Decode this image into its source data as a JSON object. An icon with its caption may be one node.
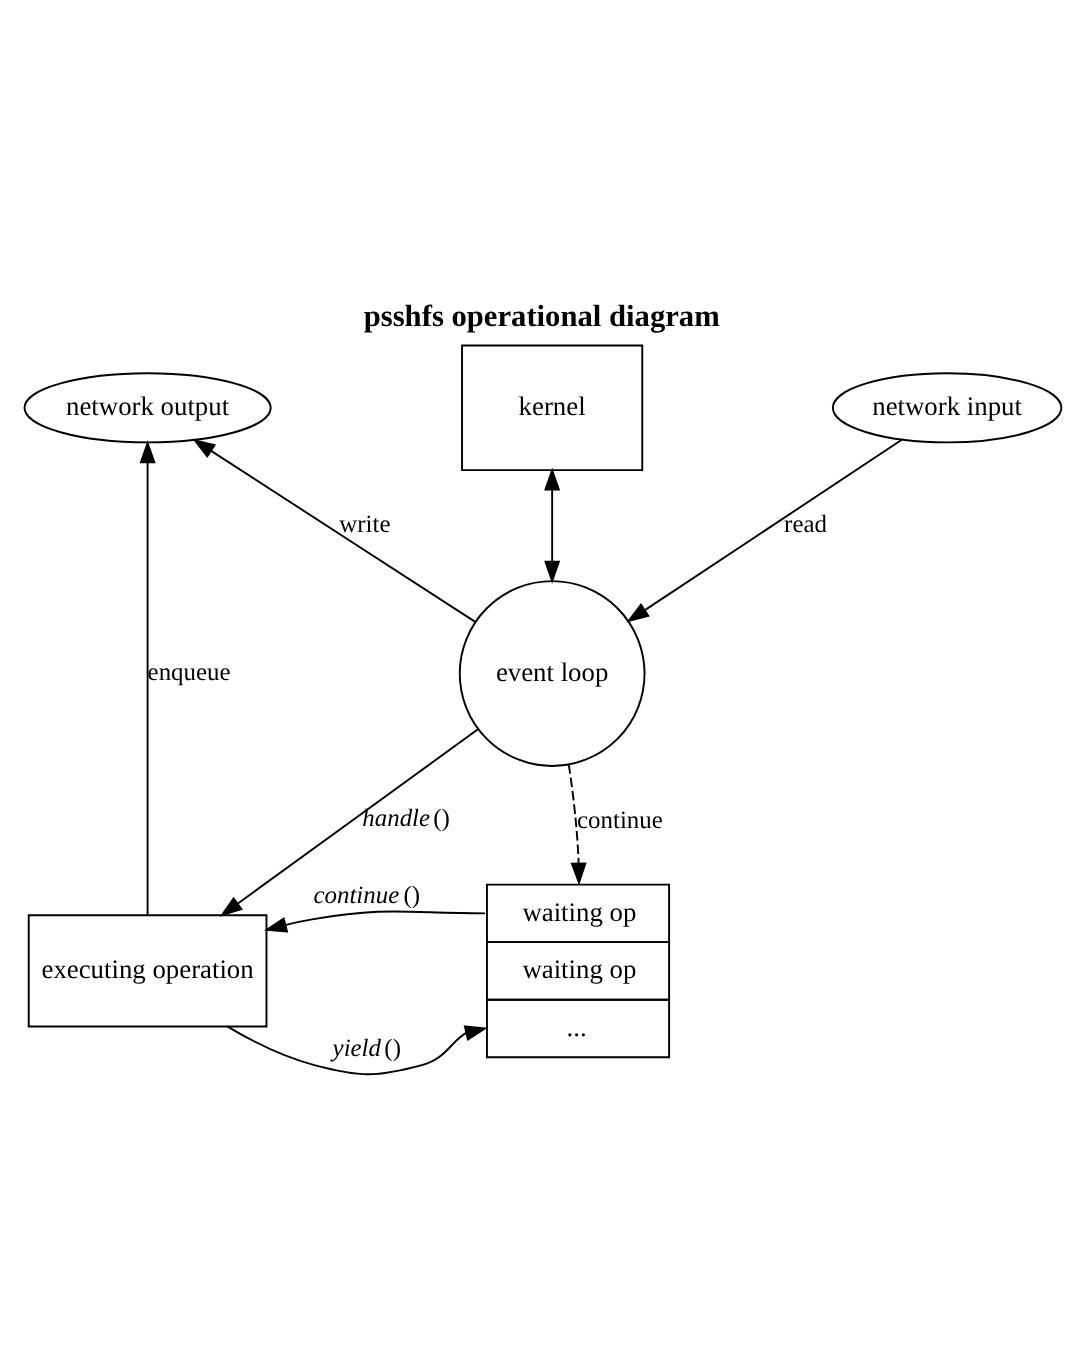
{
  "diagram": {
    "title": "psshfs operational diagram",
    "nodes": [
      {
        "text": [
          "kernel"
        ]
      },
      {
        "text": [
          "network output"
        ]
      },
      {
        "text": [
          "network input"
        ]
      },
      {
        "text": [
          "event loop"
        ]
      },
      {
        "text": [
          "executing operation"
        ]
      },
      {
        "text": [
          "waiting op",
          "waiting op",
          "..."
        ]
      }
    ],
    "edges": [
      {
        "from": 0,
        "to": 3,
        "arrow": "both"
      },
      {
        "from": 3,
        "to": 1,
        "arrow": "to",
        "label": "write"
      },
      {
        "from": 2,
        "to": 3,
        "arrow": "to",
        "label": "read"
      },
      {
        "from": 3,
        "to": 4,
        "arrow": "to",
        "label": "*handle*()"
      },
      {
        "from": 4,
        "to": 1,
        "arrow": "to",
        "label": "enqueue"
      },
      {
        "from": 3,
        "to": 5,
        "arrow": "to",
        "label": "continue",
        "style": "dashed"
      },
      {
        "from": 5,
        "to": 4,
        "arrow": "to",
        "label": "*continue*()"
      },
      {
        "from": 4,
        "to": 5,
        "arrow": "to",
        "label": "*yield*()"
      }
    ]
  }
}
